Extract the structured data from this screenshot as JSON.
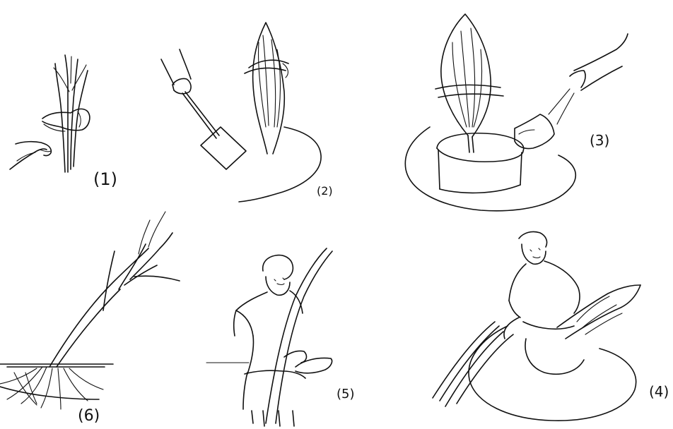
{
  "panels": [
    {
      "id": "1",
      "label": "(1)"
    },
    {
      "id": "2",
      "label": "(2)"
    },
    {
      "id": "3",
      "label": "(3)"
    },
    {
      "id": "4",
      "label": "(4)"
    },
    {
      "id": "5",
      "label": "(5)"
    },
    {
      "id": "6",
      "label": "(6)"
    }
  ],
  "colors": {
    "ink": "#111111",
    "paper": "#ffffff"
  }
}
